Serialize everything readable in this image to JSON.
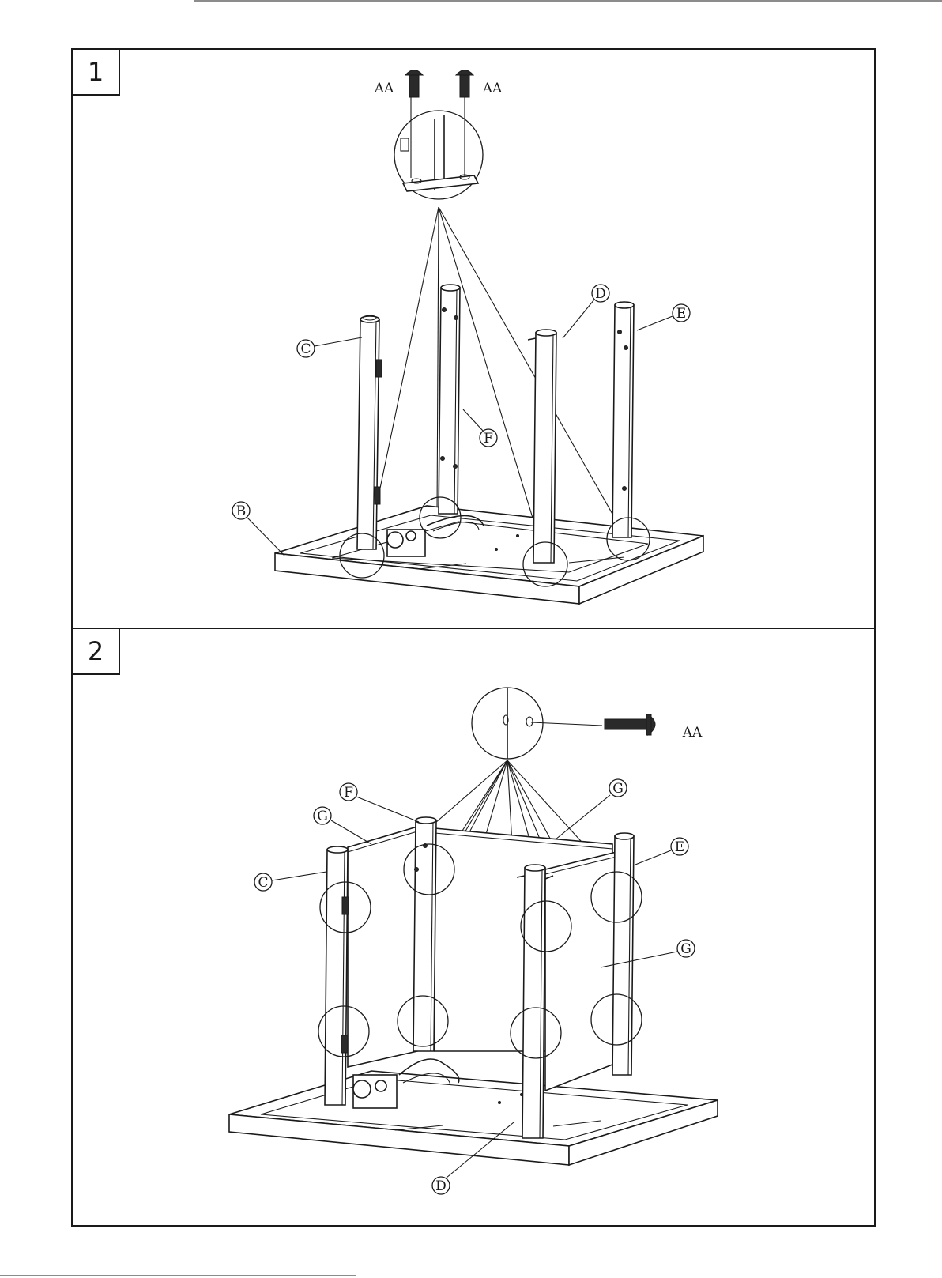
{
  "panels": [
    {
      "step": "1",
      "hardware_labels": [
        "AA",
        "AA"
      ],
      "part_labels": [
        "C",
        "D",
        "E",
        "F",
        "B"
      ]
    },
    {
      "step": "2",
      "hardware_labels": [
        "AA"
      ],
      "part_labels": [
        "F",
        "G",
        "G",
        "C",
        "E",
        "G",
        "D"
      ]
    }
  ]
}
